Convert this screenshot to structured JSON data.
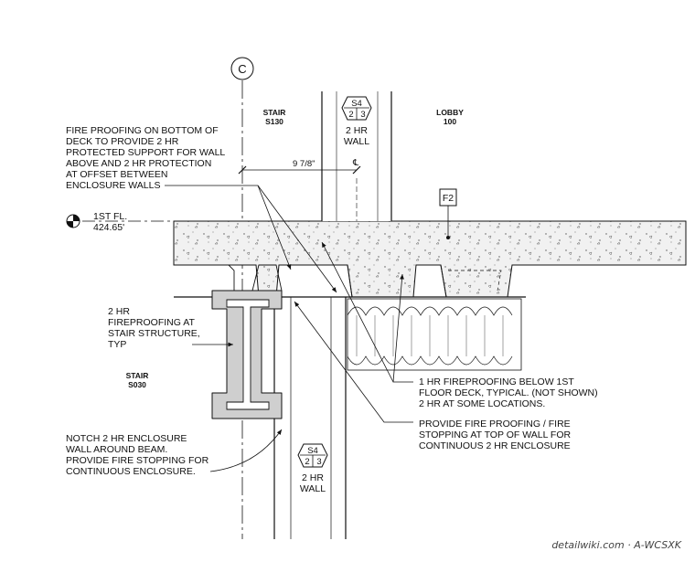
{
  "grid": {
    "bubble": "C"
  },
  "rooms": {
    "stair_upper": {
      "name": "STAIR",
      "number": "S130"
    },
    "lobby": {
      "name": "LOBBY",
      "number": "100"
    },
    "stair_lower": {
      "name": "STAIR",
      "number": "S030"
    }
  },
  "wall_tags": [
    {
      "code": "S4",
      "left": "2",
      "right": "3",
      "rating_1": "2 HR",
      "rating_2": "WALL"
    },
    {
      "code": "S4",
      "left": "2",
      "right": "3",
      "rating_1": "2 HR",
      "rating_2": "WALL"
    }
  ],
  "dimension": {
    "text": "9 7/8\"",
    "centerline": "℄"
  },
  "level": {
    "name": "1ST FL.",
    "elevation": "424.65'"
  },
  "detail_tag": "F2",
  "notes": {
    "fireproof_deck": [
      "FIRE PROOFING ON BOTTOM OF",
      "DECK TO PROVIDE 2 HR",
      "PROTECTED SUPPORT FOR WALL",
      "ABOVE AND 2 HR PROTECTION",
      "AT OFFSET BETWEEN",
      "ENCLOSURE WALLS"
    ],
    "fireproof_stair": [
      "2 HR",
      "FIREPROOFING AT",
      "STAIR STRUCTURE,",
      "TYP"
    ],
    "notch_wall": [
      "NOTCH 2 HR ENCLOSURE",
      "WALL AROUND BEAM.",
      "PROVIDE FIRE STOPPING FOR",
      "CONTINUOUS ENCLOSURE."
    ],
    "deck_1hr": [
      "1 HR FIREPROOFING BELOW 1ST",
      "FLOOR DECK, TYPICAL. (NOT SHOWN)",
      "2 HR AT SOME LOCATIONS."
    ],
    "top_of_wall": [
      "PROVIDE FIRE PROOFING / FIRE",
      "STOPPING AT TOP OF WALL FOR",
      "CONTINUOUS 2 HR ENCLOSURE"
    ]
  },
  "watermark": "detailwiki.com · A-WCSXK"
}
